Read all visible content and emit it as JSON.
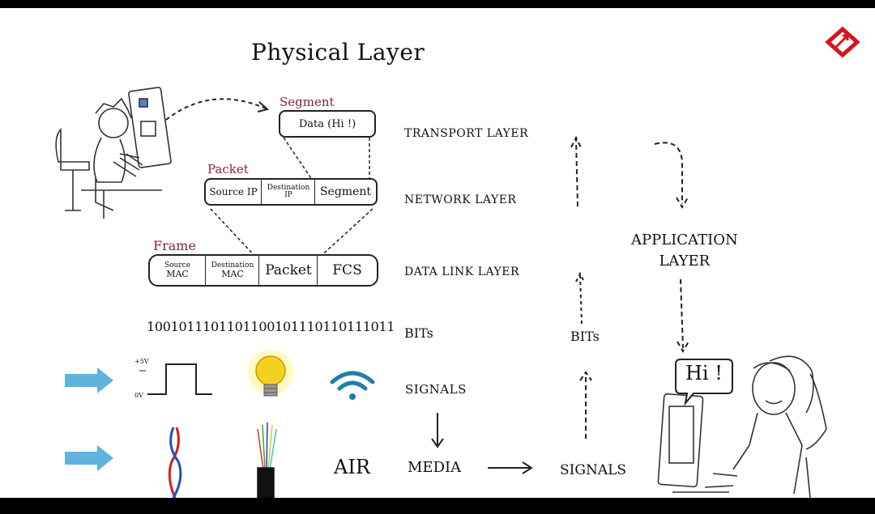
{
  "title": "Physical Layer",
  "segment": {
    "label": "Segment",
    "data": "Data (Hi !)"
  },
  "packet": {
    "label": "Packet",
    "source_ip": "Source IP",
    "dest_line1": "Destination",
    "dest_line2": "IP",
    "segment": "Segment"
  },
  "frame": {
    "label": "Frame",
    "src_line1": "Source",
    "src_line2": "MAC",
    "dst_line1": "Destination",
    "dst_line2": "MAC",
    "packet": "Packet",
    "fcs": "FCS"
  },
  "bit_stream": "1001011101101100101110110111011",
  "wave": {
    "high": "+5V",
    "low": "0V"
  },
  "air": "AIR",
  "layers": {
    "transport": "TRANSPORT LAYER",
    "network": "NETWORK LAYER",
    "data_link": "DATA LINK LAYER",
    "bits": "BITs",
    "signals": "SIGNALS",
    "media": "MEDIA"
  },
  "right": {
    "bits": "BITs",
    "signals": "SIGNALS",
    "app_line1": "APPLICATION",
    "app_line2": "LAYER"
  },
  "greeting": "Hi !"
}
